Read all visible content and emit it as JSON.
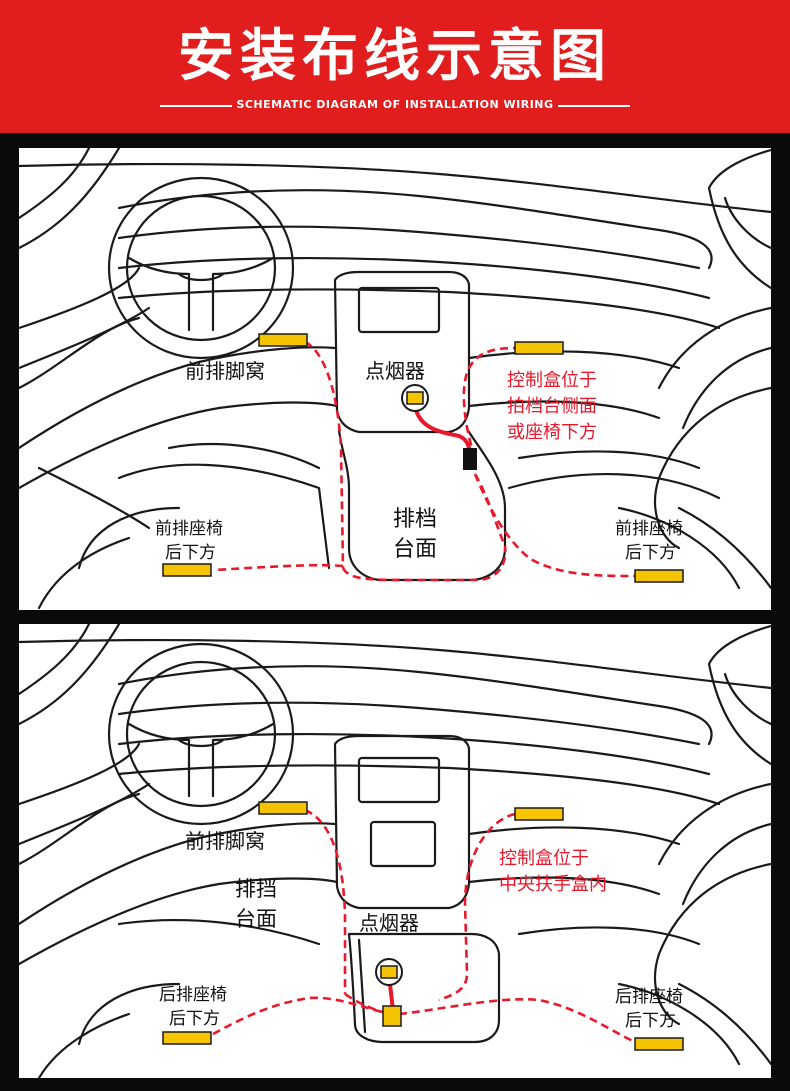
{
  "header": {
    "title": "安装布线示意图",
    "subtitle": "SCHEMATIC DIAGRAM OF INSTALLATION WIRING"
  },
  "colors": {
    "header_red": "#e11d1d",
    "wire_red": "#e8192c",
    "connector_yellow": "#f5c400",
    "outline": "#1a1a1a"
  },
  "panel1": {
    "front_footwell": "前排脚窝",
    "cigarette_lighter": "点烟器",
    "gear_console_line1": "排档",
    "gear_console_line2": "台面",
    "control_box_line1": "控制盒位于",
    "control_box_line2": "拍档台侧面",
    "control_box_line3": "或座椅下方",
    "front_seat_left_line1": "前排座椅",
    "front_seat_left_line2": "后下方",
    "front_seat_right_line1": "前排座椅",
    "front_seat_right_line2": "后下方"
  },
  "panel2": {
    "front_footwell": "前排脚窝",
    "gear_console_line1": "排挡",
    "gear_console_line2": "台面",
    "cigarette_lighter": "点烟器",
    "control_box_line1": "控制盒位于",
    "control_box_line2": "中央扶手盒内",
    "rear_seat_left_line1": "后排座椅",
    "rear_seat_left_line2": "后下方",
    "rear_seat_right_line1": "后排座椅",
    "rear_seat_right_line2": "后下方"
  }
}
